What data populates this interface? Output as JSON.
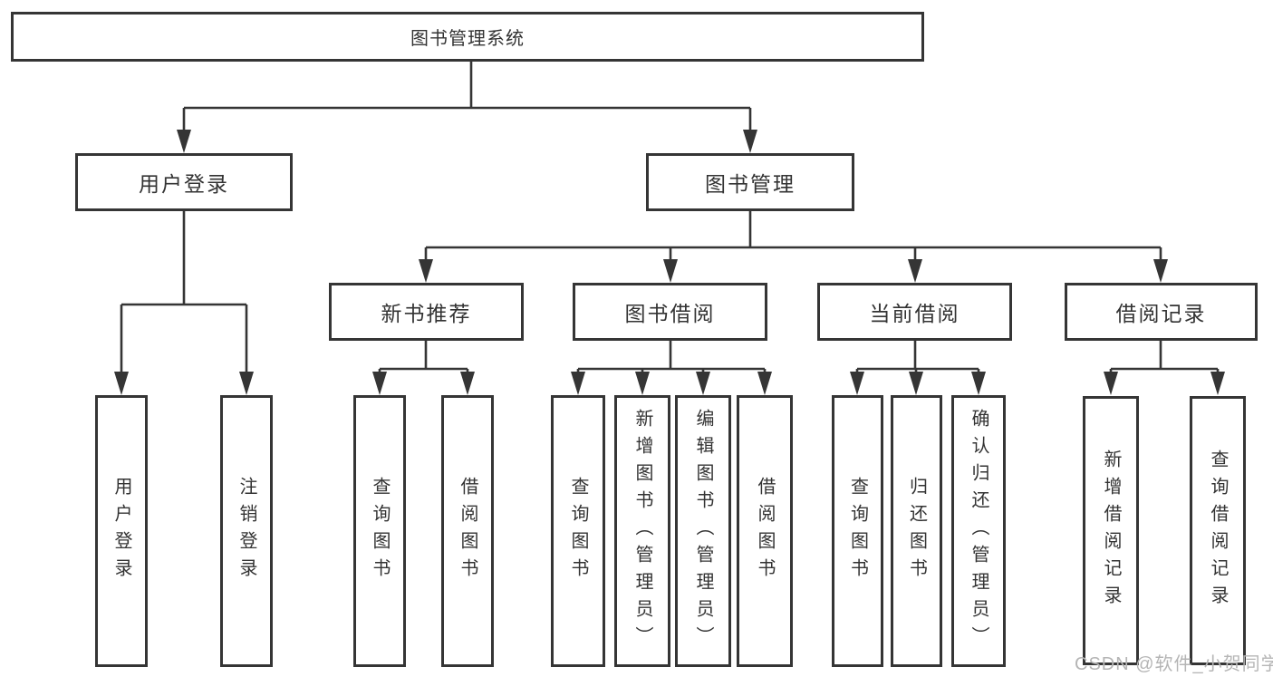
{
  "diagram": {
    "type": "hierarchy-tree",
    "watermark": "CSDN @软件_小贺同学",
    "colors": {
      "line": "#353535",
      "text": "#333333",
      "box_background": "#ffffff",
      "watermark": "#b5b5b5"
    },
    "nodes": {
      "root": {
        "label": "图书管理系统"
      },
      "user_login_branch": {
        "label": "用户登录"
      },
      "book_management": {
        "label": "图书管理"
      },
      "login": {
        "label": "用户登录"
      },
      "logout": {
        "label": "注销登录"
      },
      "new_book_recommend": {
        "label": "新书推荐"
      },
      "book_borrow": {
        "label": "图书借阅"
      },
      "current_borrow": {
        "label": "当前借阅"
      },
      "borrow_records": {
        "label": "借阅记录"
      },
      "rec_query_books": {
        "label": "查询图书"
      },
      "rec_borrow_books": {
        "label": "借阅图书"
      },
      "bb_query_books": {
        "label": "查询图书"
      },
      "bb_add_books": {
        "label": "新增图书（管理员）"
      },
      "bb_edit_books": {
        "label": "编辑图书（管理员）"
      },
      "bb_borrow_books": {
        "label": "借阅图书"
      },
      "cb_query_books": {
        "label": "查询图书"
      },
      "cb_return_books": {
        "label": "归还图书"
      },
      "cb_confirm_return": {
        "label": "确认归还（管理员）"
      },
      "br_add_record": {
        "label": "新增借阅记录"
      },
      "br_query_record": {
        "label": "查询借阅记录"
      }
    },
    "structure": {
      "root": "图书管理系统",
      "children": [
        {
          "label": "用户登录",
          "children": [
            "用户登录",
            "注销登录"
          ]
        },
        {
          "label": "图书管理",
          "children": [
            {
              "label": "新书推荐",
              "children": [
                "查询图书",
                "借阅图书"
              ]
            },
            {
              "label": "图书借阅",
              "children": [
                "查询图书",
                "新增图书（管理员）",
                "编辑图书（管理员）",
                "借阅图书"
              ]
            },
            {
              "label": "当前借阅",
              "children": [
                "查询图书",
                "归还图书",
                "确认归还（管理员）"
              ]
            },
            {
              "label": "借阅记录",
              "children": [
                "新增借阅记录",
                "查询借阅记录"
              ]
            }
          ]
        }
      ]
    }
  }
}
